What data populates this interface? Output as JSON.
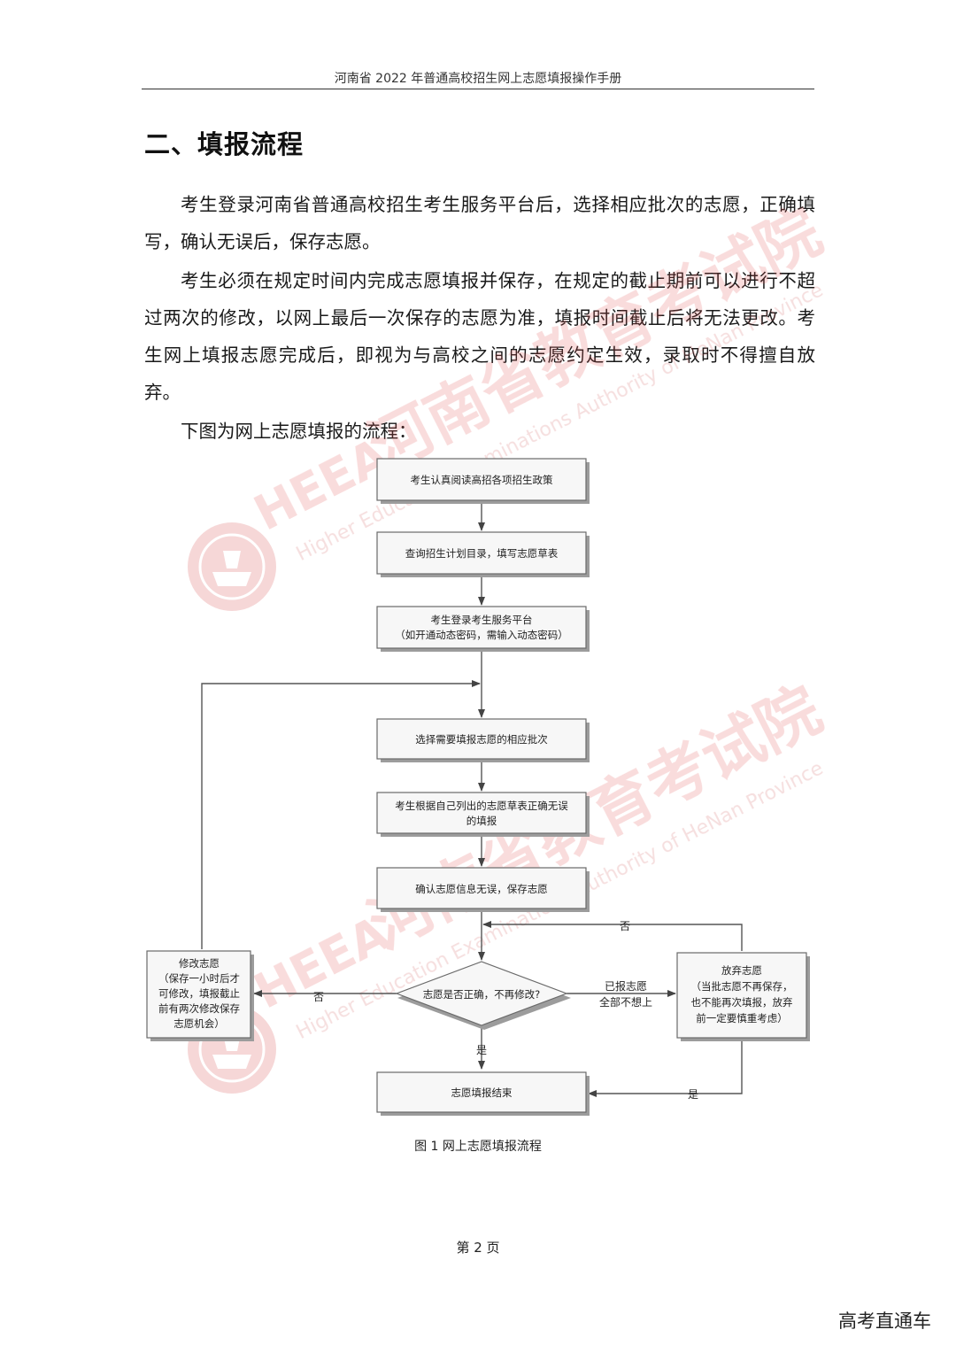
{
  "header": {
    "title": "河南省 2022 年普通高校招生网上志愿填报操作手册"
  },
  "section": {
    "title": "二、填报流程"
  },
  "paragraphs": [
    "考生登录河南省普通高校招生考生服务平台后，选择相应批次的志愿，正确填写，确认无误后，保存志愿。",
    "考生必须在规定时间内完成志愿填报并保存，在规定的截止期前可以进行不超过两次的修改，以网上最后一次保存的志愿为准，填报时间截止后将无法更改。考生网上填报志愿完成后，即视为与高校之间的志愿约定生效，录取时不得擅自放弃。",
    "下图为网上志愿填报的流程："
  ],
  "flowchart": {
    "steps": {
      "read_policy": "考生认真阅读高招各项招生政策",
      "query_plan": "查询招生计划目录，填写志愿草表",
      "login_line1": "考生登录考生服务平台",
      "login_line2": "（如开通动态密码，需输入动态密码）",
      "select_batch": "选择需要填报志愿的相应批次",
      "fill_line1": "考生根据自己列出的志愿草表正确无误",
      "fill_line2": "的填报",
      "confirm_save": "确认志愿信息无误，保存志愿",
      "decision": "志愿是否正确，不再修改?",
      "end": "志愿填报结束",
      "modify_line1": "修改志愿",
      "modify_line2": "（保存一小时后才",
      "modify_line3": "可修改，填报截止",
      "modify_line4": "前有两次修改保存",
      "modify_line5": "志愿机会）",
      "abandon_line1": "放弃志愿",
      "abandon_line2": "（当批志愿不再保存，",
      "abandon_line3": "也不能再次填报，放弃",
      "abandon_line4": "前一定要慎重考虑）"
    },
    "labels": {
      "no_left": "否",
      "no_top": "否",
      "yes_down": "是",
      "yes_right": "是",
      "reported_line1": "已报志愿",
      "reported_line2": "全部不想上"
    }
  },
  "watermark": {
    "cn": "河南省教育考试院",
    "en": "Higher Education Examinations Authority of HeNan Province",
    "logo": "HEEA"
  },
  "caption": "图 1  网上志愿填报流程",
  "page_number": "第 2 页",
  "corner_label": "高考直通车"
}
